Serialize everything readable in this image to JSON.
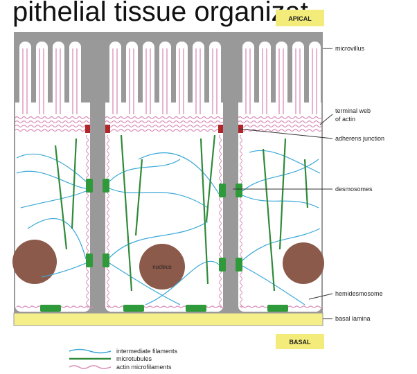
{
  "header": {
    "title_fragment": "pithelial tissue organizat"
  },
  "orientation": {
    "apical": "APICAL",
    "basal": "BASAL"
  },
  "labels": {
    "microvilli": "microvillus",
    "terminal_web_1": "terminal web",
    "terminal_web_2": "of actin",
    "adherens_junction": "adherens junction",
    "desmosomes": "desmosomes",
    "hemidesmosome": "hemidesmosome",
    "basal_lamina": "basal lamina",
    "nucleus": "nucleus"
  },
  "legend": {
    "intermediate_filaments": "intermediate filaments",
    "microtubules": "microtubules",
    "actin_microfilaments": "actin microfilaments"
  },
  "colors": {
    "cell_border": "#999999",
    "actin": "#d98cb8",
    "intermediate": "#3aa8d8",
    "microtubule": "#2f8a3a",
    "nucleus": "#8b5a4a",
    "junction_green": "#2f9a3a",
    "adherens_red": "#b0262a",
    "basal_lamina": "#f5ef8a",
    "tag_bg": "#f4ec7a"
  }
}
